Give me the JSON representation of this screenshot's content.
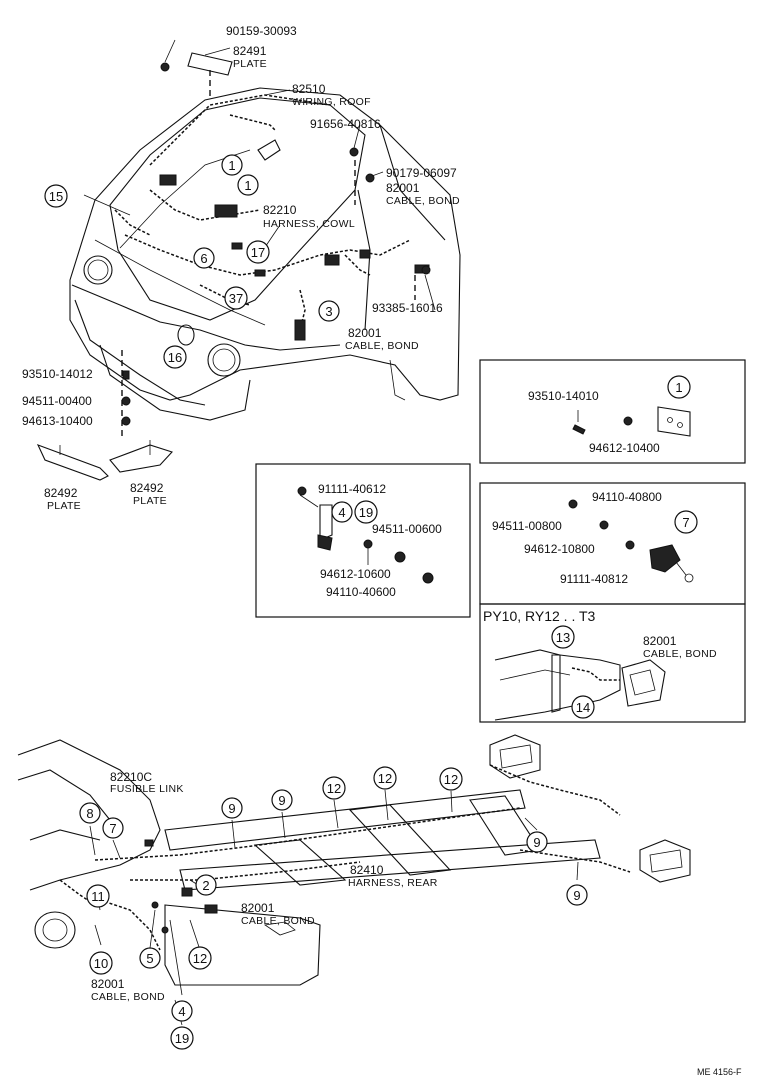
{
  "labels": {
    "p90159": "90159-30093",
    "p82491": "82491",
    "p82491_sub": "PLATE",
    "p82510": "82510",
    "p82510_sub": "WIRING, ROOF",
    "p91656": "91656-40816",
    "p90179": "90179-06097",
    "p82001a": "82001",
    "p82001a_sub": "CABLE, BOND",
    "p82210": "82210",
    "p82210_sub": "HARNESS, COWL",
    "p93385": "93385-16016",
    "p82001b": "82001",
    "p82001b_sub": "CABLE, BOND",
    "p93510a": "93510-14012",
    "p94511a": "94511-00400",
    "p94613": "94613-10400",
    "p82492a": "82492",
    "p82492a_sub": "PLATE",
    "p82492b": "82492",
    "p82492b_sub": "PLATE",
    "p93510b": "93510-14010",
    "p94612a": "94612-10400",
    "p91111a": "91111-40612",
    "p94511b": "94511-00600",
    "p94612b": "94612-10600",
    "p94110a": "94110-40600",
    "p94110b": "94110-40800",
    "p94511c": "94511-00800",
    "p94612c": "94612-10800",
    "p91111b": "91111-40812",
    "model_header": "PY10,  RY12 . . T3",
    "p82001c": "82001",
    "p82001c_sub": "CABLE, BOND",
    "p82210c": "82210C",
    "p82210c_sub": "FUSIBLE  LINK",
    "p82410": "82410",
    "p82410_sub": "HARNESS, REAR",
    "p82001d": "82001",
    "p82001d_sub": "CABLE, BOND",
    "p82001e": "82001",
    "p82001e_sub": "CABLE, BOND",
    "footer_code": "ME  4156-F"
  },
  "callouts": {
    "c1a": "1",
    "c1b": "1",
    "c15": "15",
    "c6": "6",
    "c17": "17",
    "c37": "37",
    "c3": "3",
    "c16": "16",
    "c1box": "1",
    "c4": "4",
    "c19a": "19",
    "c7a": "7",
    "c13": "13",
    "c14": "14",
    "c8": "8",
    "c7b": "7",
    "c9a": "9",
    "c9b": "9",
    "c12a": "12",
    "c12b": "12",
    "c12c": "12",
    "c9c": "9",
    "c9d": "9",
    "c11": "11",
    "c2": "2",
    "c10": "10",
    "c5": "5",
    "c12d": "12",
    "c4b": "4",
    "c19b": "19"
  }
}
